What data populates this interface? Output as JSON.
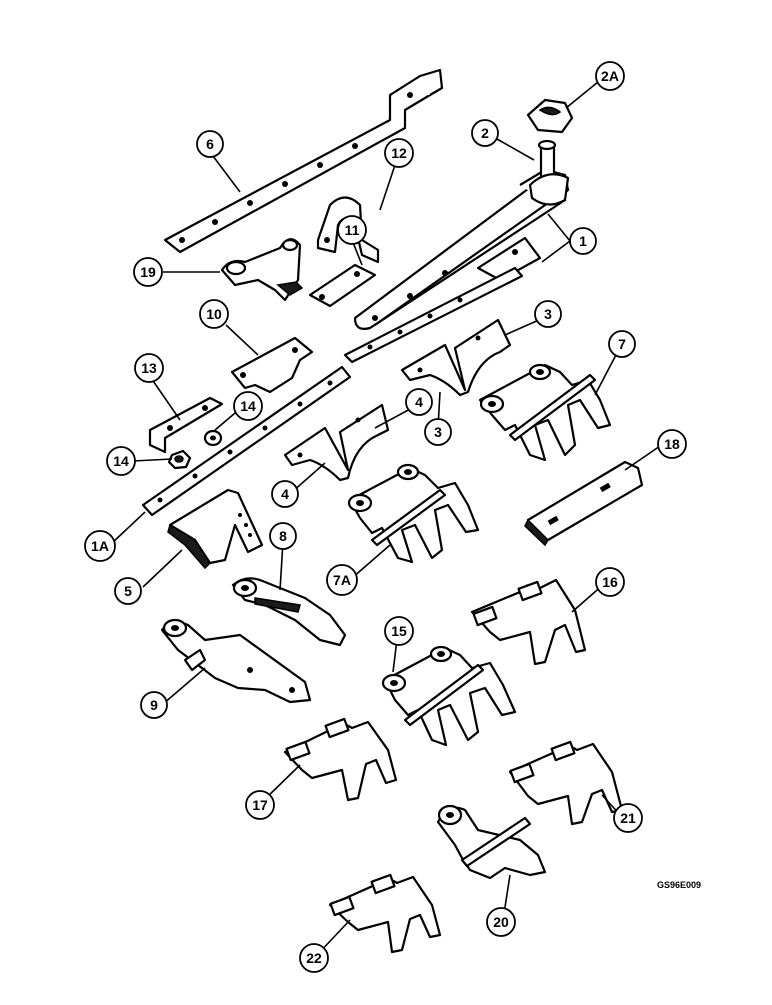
{
  "drawing_code": "GS96E009",
  "callouts": [
    {
      "id": "c1",
      "label": "1"
    },
    {
      "id": "c1a",
      "label": "1A"
    },
    {
      "id": "c2",
      "label": "2"
    },
    {
      "id": "c2a",
      "label": "2A"
    },
    {
      "id": "c3a",
      "label": "3"
    },
    {
      "id": "c3b",
      "label": "3"
    },
    {
      "id": "c4a",
      "label": "4"
    },
    {
      "id": "c4b",
      "label": "4"
    },
    {
      "id": "c5",
      "label": "5"
    },
    {
      "id": "c6",
      "label": "6"
    },
    {
      "id": "c7",
      "label": "7"
    },
    {
      "id": "c7a",
      "label": "7A"
    },
    {
      "id": "c8",
      "label": "8"
    },
    {
      "id": "c9",
      "label": "9"
    },
    {
      "id": "c10",
      "label": "10"
    },
    {
      "id": "c11",
      "label": "11"
    },
    {
      "id": "c12",
      "label": "12"
    },
    {
      "id": "c13",
      "label": "13"
    },
    {
      "id": "c14a",
      "label": "14"
    },
    {
      "id": "c14b",
      "label": "14"
    },
    {
      "id": "c15",
      "label": "15"
    },
    {
      "id": "c16",
      "label": "16"
    },
    {
      "id": "c17",
      "label": "17"
    },
    {
      "id": "c18",
      "label": "18"
    },
    {
      "id": "c19",
      "label": "19"
    },
    {
      "id": "c20",
      "label": "20"
    },
    {
      "id": "c21",
      "label": "21"
    },
    {
      "id": "c22",
      "label": "22"
    }
  ]
}
